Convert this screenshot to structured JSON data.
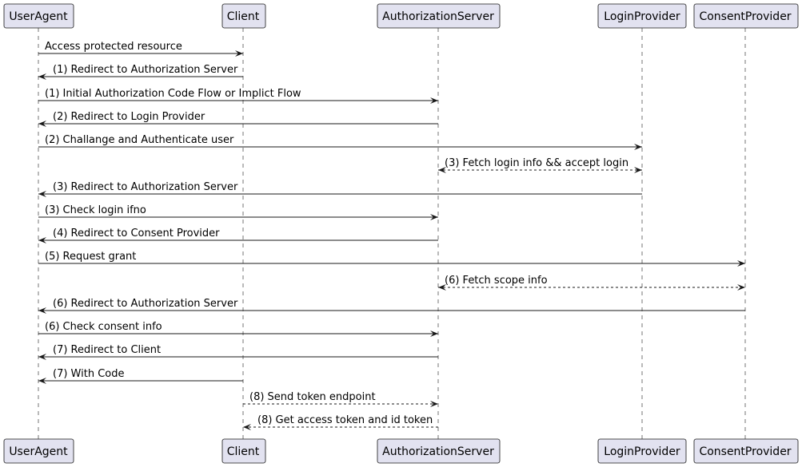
{
  "participants": [
    {
      "id": "UserAgent",
      "label": "UserAgent"
    },
    {
      "id": "Client",
      "label": "Client"
    },
    {
      "id": "AuthorizationServer",
      "label": "AuthorizationServer"
    },
    {
      "id": "LoginProvider",
      "label": "LoginProvider"
    },
    {
      "id": "ConsentProvider",
      "label": "ConsentProvider"
    }
  ],
  "messages": [
    {
      "from": "UserAgent",
      "to": "Client",
      "label": "Access protected resource",
      "style": "solid",
      "bidirectional": false
    },
    {
      "from": "Client",
      "to": "UserAgent",
      "label": "(1) Redirect to Authorization Server",
      "style": "solid",
      "bidirectional": false
    },
    {
      "from": "UserAgent",
      "to": "AuthorizationServer",
      "label": "(1) Initial Authorization Code Flow or Implict Flow",
      "style": "solid",
      "bidirectional": false
    },
    {
      "from": "AuthorizationServer",
      "to": "UserAgent",
      "label": "(2) Redirect to Login Provider",
      "style": "solid",
      "bidirectional": false
    },
    {
      "from": "UserAgent",
      "to": "LoginProvider",
      "label": "(2) Challange and Authenticate user",
      "style": "solid",
      "bidirectional": false
    },
    {
      "from": "AuthorizationServer",
      "to": "LoginProvider",
      "label": "(3) Fetch login info && accept login",
      "style": "dashed",
      "bidirectional": true
    },
    {
      "from": "LoginProvider",
      "to": "UserAgent",
      "label": "(3) Redirect to Authorization Server",
      "style": "solid",
      "bidirectional": false
    },
    {
      "from": "UserAgent",
      "to": "AuthorizationServer",
      "label": "(3) Check login ifno",
      "style": "solid",
      "bidirectional": false
    },
    {
      "from": "AuthorizationServer",
      "to": "UserAgent",
      "label": "(4) Redirect to Consent Provider",
      "style": "solid",
      "bidirectional": false
    },
    {
      "from": "UserAgent",
      "to": "ConsentProvider",
      "label": "(5) Request grant",
      "style": "solid",
      "bidirectional": false
    },
    {
      "from": "AuthorizationServer",
      "to": "ConsentProvider",
      "label": "(6) Fetch scope info",
      "style": "dashed",
      "bidirectional": true
    },
    {
      "from": "ConsentProvider",
      "to": "UserAgent",
      "label": "(6) Redirect to Authorization Server",
      "style": "solid",
      "bidirectional": false
    },
    {
      "from": "UserAgent",
      "to": "AuthorizationServer",
      "label": "(6) Check consent info",
      "style": "solid",
      "bidirectional": false
    },
    {
      "from": "AuthorizationServer",
      "to": "UserAgent",
      "label": "(7) Redirect to Client",
      "style": "solid",
      "bidirectional": false
    },
    {
      "from": "Client",
      "to": "UserAgent",
      "label": "(7) With Code",
      "style": "solid",
      "bidirectional": false
    },
    {
      "from": "Client",
      "to": "AuthorizationServer",
      "label": "(8) Send token endpoint",
      "style": "dashed",
      "bidirectional": false
    },
    {
      "from": "AuthorizationServer",
      "to": "Client",
      "label": "(8) Get access token and id token",
      "style": "dashed",
      "bidirectional": false
    }
  ]
}
